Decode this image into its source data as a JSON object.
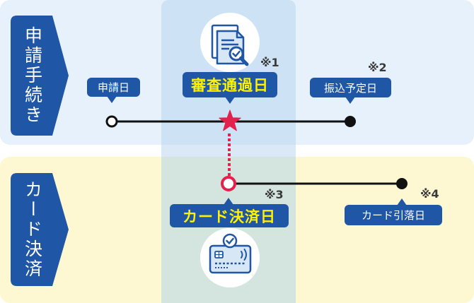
{
  "sections": {
    "application": {
      "label": "申請手続き"
    },
    "card": {
      "label": "カード決済"
    }
  },
  "milestones": {
    "application_date": {
      "label": "申請日"
    },
    "review_passed": {
      "label": "審査通過日",
      "note": "※1"
    },
    "transfer_scheduled": {
      "label": "振込予定日",
      "note": "※2"
    },
    "card_payment": {
      "label": "カード決済日",
      "note": "※3"
    },
    "card_debit": {
      "label": "カード引落日",
      "note": "※4"
    }
  },
  "icons": {
    "review": "document-search-icon",
    "card": "credit-card-check-icon",
    "review_marker": "star-icon"
  },
  "colors": {
    "primary": "#1f56a6",
    "highlight_text": "#fff200",
    "accent_red": "#e2214c",
    "band_application": "#e6f1fb",
    "band_card": "#fdf8d2"
  }
}
